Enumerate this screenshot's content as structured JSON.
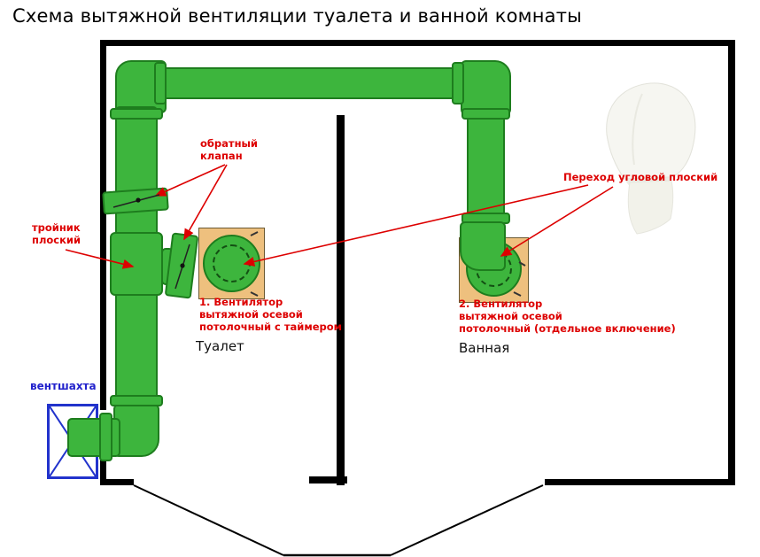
{
  "title": "Схема вытяжной вентиляции туалета и ванной комнаты",
  "annotations": {
    "check_valve_lines": [
      "обратный",
      "клапан"
    ],
    "tee_lines": [
      "тройник",
      "плоский"
    ],
    "corner_transition": "Переход угловой плоский",
    "fan1_lines": [
      "1. Вентилятор",
      "вытяжной осевой",
      "потолочный с таймером"
    ],
    "fan2_lines": [
      "2. Вентилятор",
      "вытяжной осевой",
      "потолочный (отдельное включение)"
    ],
    "vent_shaft": "вентшахта"
  },
  "rooms": {
    "toilet": "Туалет",
    "bathroom": "Ванная"
  },
  "colors": {
    "duct_green": "#3db53d",
    "duct_border_green": "#1e7d1e",
    "fan_body_tan": "#eec07e",
    "annotation_red": "#dd0000",
    "vent_shaft_blue": "#2233cc",
    "wall_black": "#000000"
  }
}
